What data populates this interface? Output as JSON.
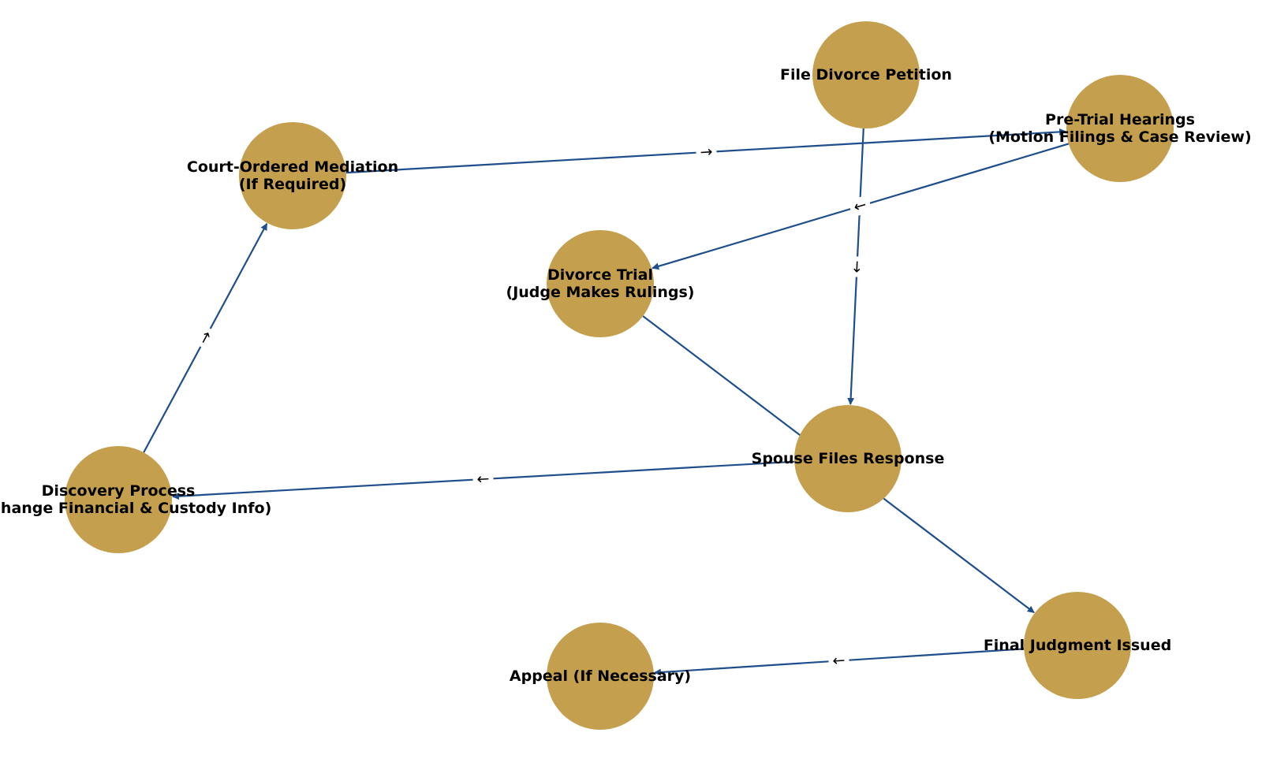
{
  "colors": {
    "node_fill": "#C49F4E",
    "edge_stroke": "#1F4E8C",
    "label_text": "#000000"
  },
  "nodes": [
    {
      "id": "file",
      "lines": [
        "File Divorce Petition"
      ]
    },
    {
      "id": "spouse",
      "lines": [
        "Spouse Files Response"
      ]
    },
    {
      "id": "discovery",
      "lines": [
        "Discovery Process",
        "(Exchange Financial & Custody Info)"
      ]
    },
    {
      "id": "mediation",
      "lines": [
        "Court-Ordered Mediation",
        "(If Required)"
      ]
    },
    {
      "id": "pretrial",
      "lines": [
        "Pre-Trial Hearings",
        "(Motion Filings & Case Review)"
      ]
    },
    {
      "id": "trial",
      "lines": [
        "Divorce Trial",
        "(Judge Makes Rulings)"
      ]
    },
    {
      "id": "judgment",
      "lines": [
        "Final Judgment Issued"
      ]
    },
    {
      "id": "appeal",
      "lines": [
        "Appeal (If Necessary)"
      ]
    }
  ],
  "edges": [
    {
      "from": "file",
      "to": "spouse",
      "label": "→"
    },
    {
      "from": "spouse",
      "to": "discovery",
      "label": "→"
    },
    {
      "from": "discovery",
      "to": "mediation",
      "label": "→"
    },
    {
      "from": "mediation",
      "to": "pretrial",
      "label": "→"
    },
    {
      "from": "pretrial",
      "to": "trial",
      "label": "→"
    },
    {
      "from": "trial",
      "to": "judgment",
      "label": ""
    },
    {
      "from": "judgment",
      "to": "appeal",
      "label": "→"
    }
  ]
}
